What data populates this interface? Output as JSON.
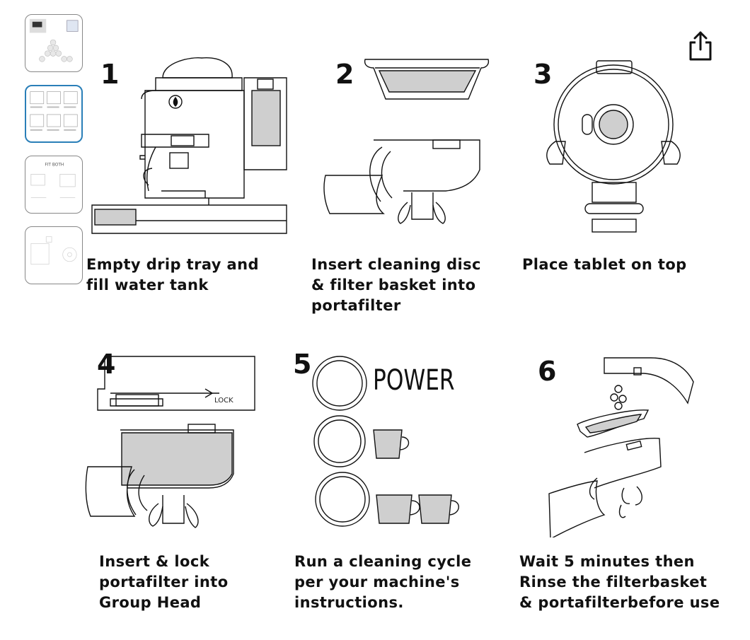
{
  "thumbnails": [
    {
      "name": "thumbnail-1",
      "active": false
    },
    {
      "name": "thumbnail-2",
      "active": true
    },
    {
      "name": "thumbnail-3",
      "active": false,
      "text": "FIT BOTH"
    },
    {
      "name": "thumbnail-4",
      "active": false
    }
  ],
  "share": {
    "icon": "share-icon"
  },
  "steps": [
    {
      "number": "1",
      "caption": "Empty drip tray and\nfill water tank"
    },
    {
      "number": "2",
      "caption": "Insert cleaning disc\n& filter basket into\nportafilter"
    },
    {
      "number": "3",
      "caption": "Place tablet on top"
    },
    {
      "number": "4",
      "caption": "Insert & lock\nportafilter into\nGroup Head"
    },
    {
      "number": "5",
      "caption": "Run a cleaning cycle\nper your machine's\ninstructions."
    },
    {
      "number": "6",
      "caption": "Wait 5 minutes then\nRinse the filterbasket\n& portafilterbefore use"
    }
  ],
  "labels": {
    "power": "POWER",
    "lock": "LOCK"
  },
  "colors": {
    "fill_gray": "#cfcfcf",
    "line": "#111111",
    "active_border": "#2a7fb8"
  }
}
